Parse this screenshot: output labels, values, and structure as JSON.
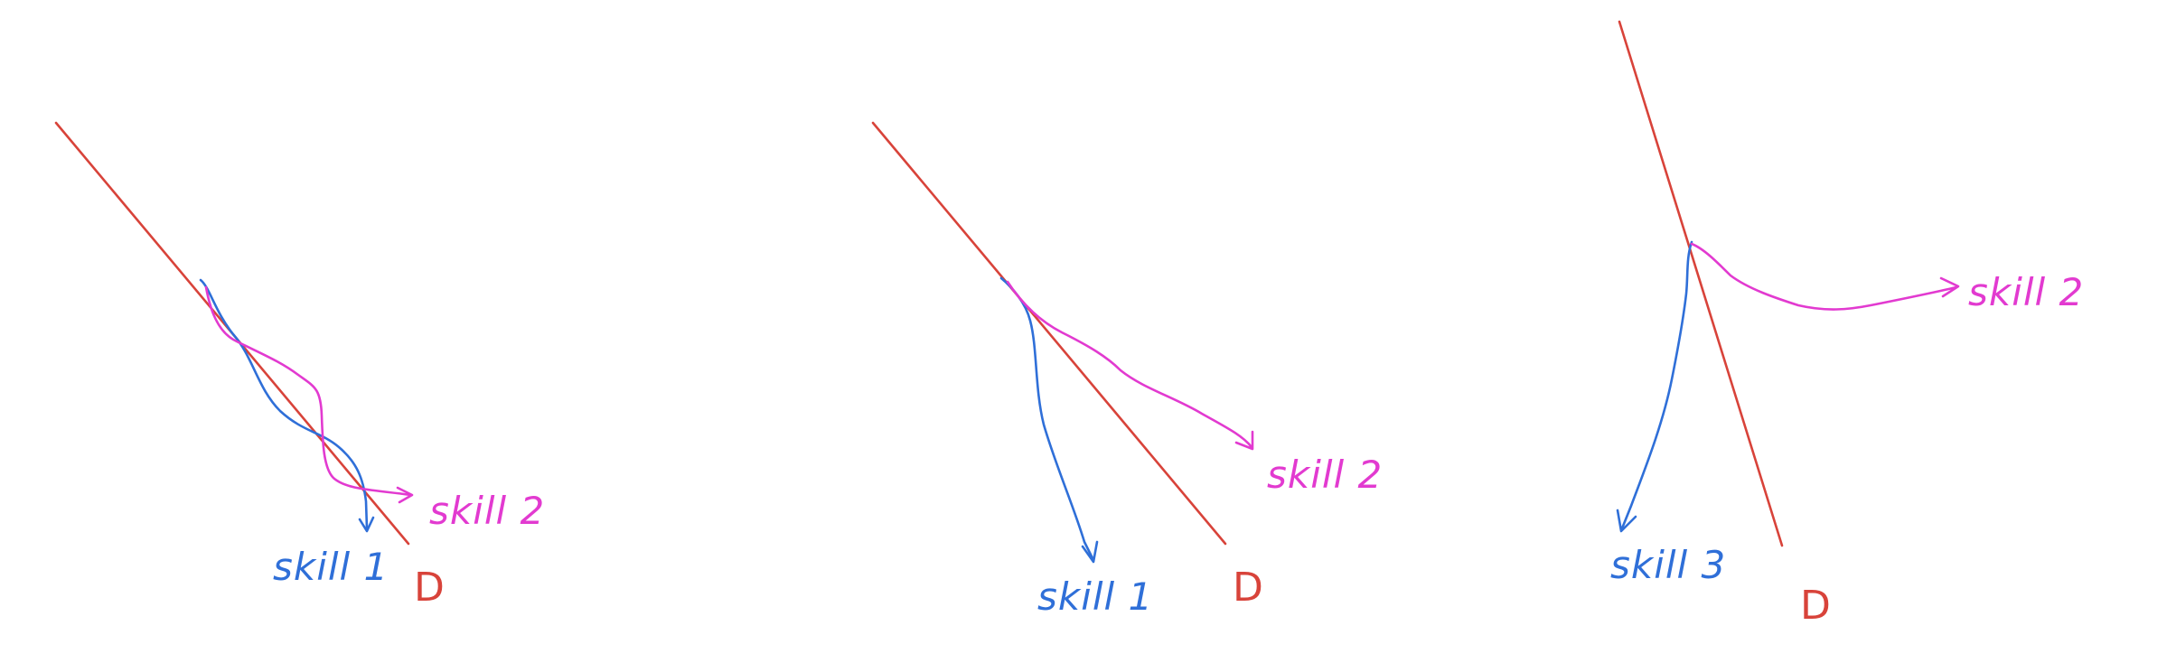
{
  "colors": {
    "boundary": "#d8433a",
    "skill_blue": "#2f6fd8",
    "skill_magenta": "#e23ad0",
    "background": "#ffffff"
  },
  "panels": [
    {
      "boundary_label": "D",
      "curves": [
        {
          "label": "skill 1",
          "color_key": "skill_blue"
        },
        {
          "label": "skill 2",
          "color_key": "skill_magenta"
        }
      ]
    },
    {
      "boundary_label": "D",
      "curves": [
        {
          "label": "skill 1",
          "color_key": "skill_blue"
        },
        {
          "label": "skill 2",
          "color_key": "skill_magenta"
        }
      ]
    },
    {
      "boundary_label": "D",
      "curves": [
        {
          "label": "skill 3",
          "color_key": "skill_blue"
        },
        {
          "label": "skill 2",
          "color_key": "skill_magenta"
        }
      ]
    }
  ]
}
